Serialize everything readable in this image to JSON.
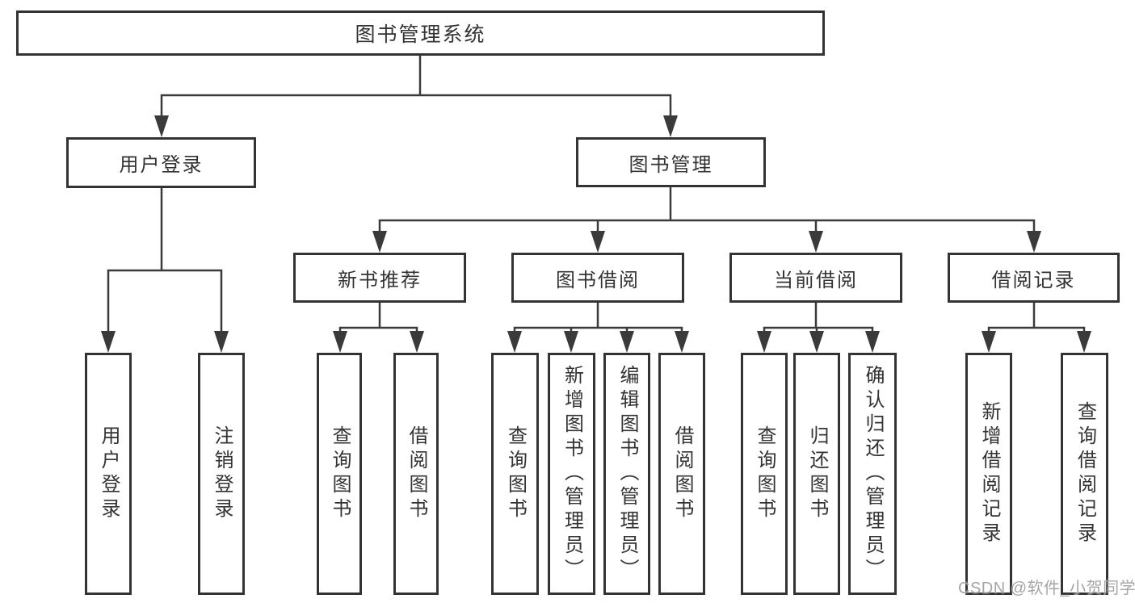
{
  "nodes": {
    "root": "图书管理系统",
    "user_login": "用户登录",
    "book_mgmt": "图书管理",
    "new_book_rec": "新书推荐",
    "book_borrow": "图书借阅",
    "current_borrow": "当前借阅",
    "borrow_records": "借阅记录",
    "ul_user_login": "用户登录",
    "ul_logout": "注销登录",
    "nb_query_books": "查询图书",
    "nb_borrow_books": "借阅图书",
    "bb_query_books": "查询图书",
    "bb_add_books": "新增图书（管理员）",
    "bb_edit_books": "编辑图书（管理员）",
    "bb_borrow_books": "借阅图书",
    "cb_query_books": "查询图书",
    "cb_return_books": "归还图书",
    "cb_confirm_return": "确认归还（管理员）",
    "br_add_record": "新增借阅记录",
    "br_query_record": "查询借阅记录"
  },
  "watermark": "CSDN @软件_小贺同学",
  "colors": {
    "line": "#3a3a3a",
    "border": "#333333",
    "text": "#333333",
    "watermark": "#9e9e9e",
    "background": "#ffffff"
  }
}
